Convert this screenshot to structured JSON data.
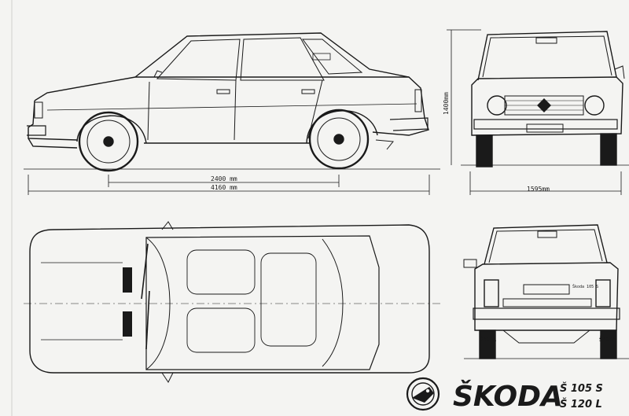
{
  "dimensions": {
    "wheelbase": "2400 mm",
    "length": "4160 mm",
    "height": "1400mm",
    "width": "1595mm"
  },
  "rear_badge": "ŠKODA",
  "rear_plate_badge": "Škoda 105 S",
  "brand": {
    "name": "ŠKODA",
    "model_1": "Š 105 S",
    "model_2": "Š 120 L"
  },
  "colors": {
    "ink": "#1a1a1a",
    "paper": "#f4f4f2"
  }
}
